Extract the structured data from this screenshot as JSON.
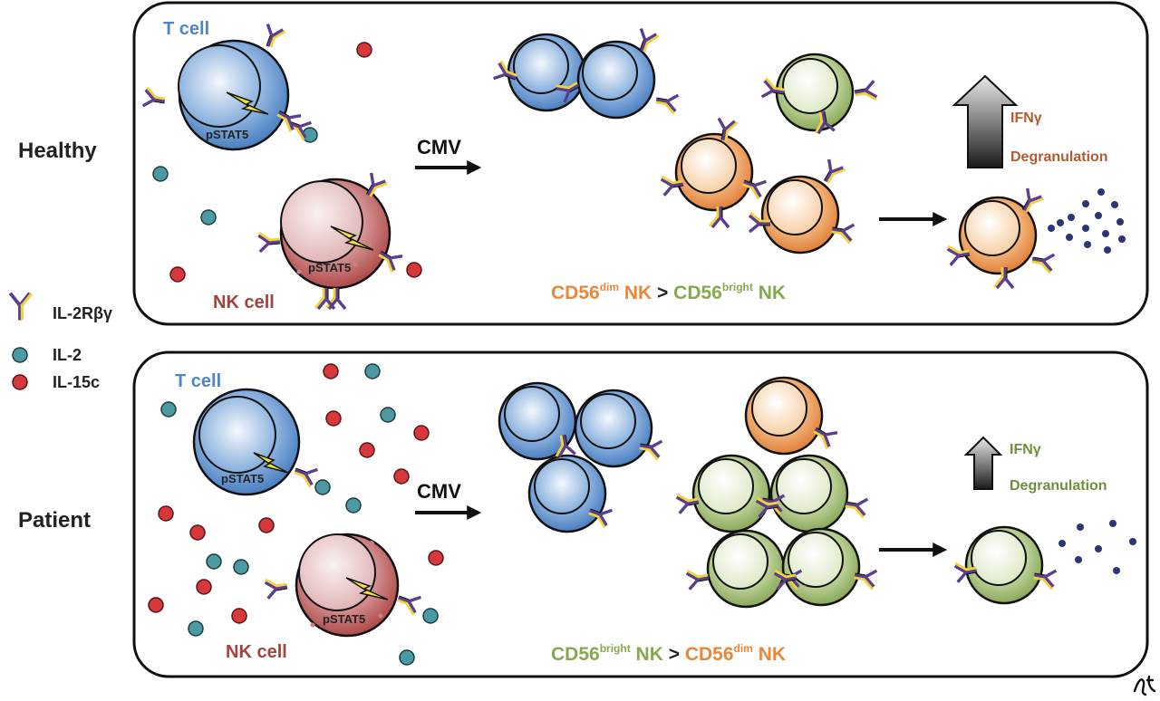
{
  "rows": {
    "healthy": "Healthy",
    "patient": "Patient"
  },
  "legend": {
    "receptor": "IL-2Rβγ",
    "il2": "IL-2",
    "il15c": "IL-15c"
  },
  "healthy_panel": {
    "t_cell": "T cell",
    "nk_cell": "NK cell",
    "t_pstat5": "pSTAT5",
    "nk_pstat5": "pSTAT5",
    "cmv": "CMV",
    "ifn": "IFNγ",
    "degranulation": "Degranulation",
    "comparison": {
      "a": "CD56",
      "a_sup": "dim",
      "a_tail": " NK",
      "sep": " > ",
      "b": "CD56",
      "b_sup": "bright",
      "b_tail": " NK"
    }
  },
  "patient_panel": {
    "t_cell": "T cell",
    "nk_cell": "NK cell",
    "t_pstat5": "pSTAT5",
    "nk_pstat5": "pSTAT5",
    "cmv": "CMV",
    "ifn": "IFNγ",
    "degranulation": "Degranulation",
    "comparison": {
      "a": "CD56",
      "a_sup": "bright",
      "a_tail": " NK",
      "sep": " > ",
      "b": "CD56",
      "b_sup": "dim",
      "b_tail": " NK"
    }
  },
  "colors": {
    "t_cell": "#4f86c6",
    "nk_cell": "#b24a4a",
    "cd56dim": "#e8873a",
    "cd56bright": "#86a84f",
    "il2_dot": "#4b9aa3",
    "il15c_dot": "#d6383b",
    "receptor_yellow": "#f2d23c",
    "receptor_purple": "#5b3f8f",
    "granule": "#2b3575",
    "label_ifn": "#b25a32",
    "label_green": "#6f8f3c",
    "text_dark": "#222222"
  }
}
